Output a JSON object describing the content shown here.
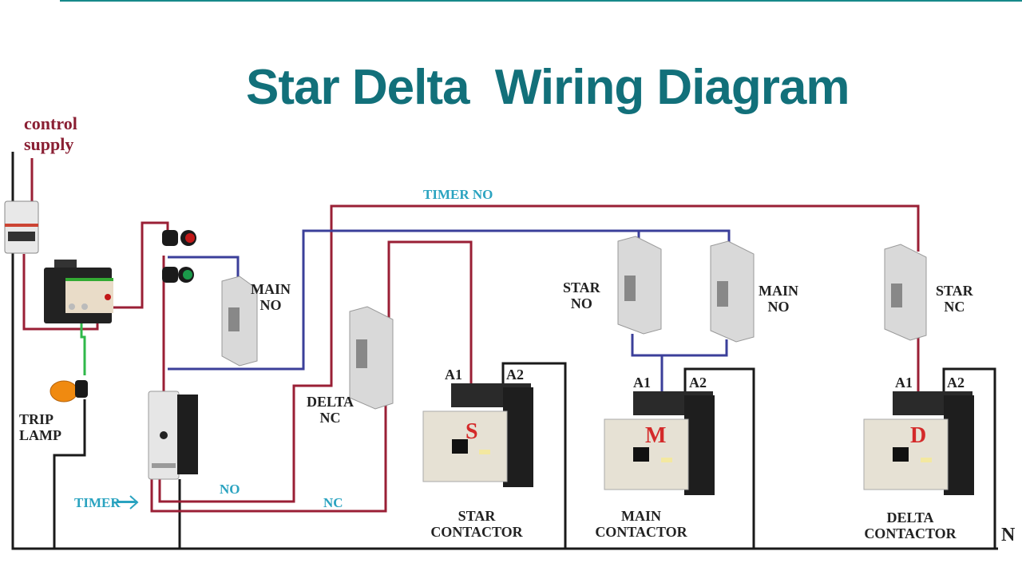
{
  "title": "Star Delta  Wiring Diagram",
  "labels": {
    "control_supply": [
      "control",
      "supply"
    ],
    "timer_no_top": "TIMER NO",
    "main_no_1": [
      "MAIN",
      "NO"
    ],
    "delta_nc": [
      "DELTA",
      "NC"
    ],
    "star_no": [
      "STAR",
      "NO"
    ],
    "main_no_2": [
      "MAIN",
      "NO"
    ],
    "star_nc": [
      "STAR",
      "NC"
    ],
    "trip_lamp": [
      "TRIP",
      "LAMP"
    ],
    "timer": "TIMER",
    "timer_no": "NO",
    "timer_nc": "NC",
    "neutral": "N"
  },
  "contactors": [
    {
      "id": "star",
      "letter": "S",
      "name": [
        "STAR",
        "CONTACTOR"
      ],
      "a1": "A1",
      "a2": "A2"
    },
    {
      "id": "main",
      "letter": "M",
      "name": [
        "MAIN",
        "CONTACTOR"
      ],
      "a1": "A1",
      "a2": "A2"
    },
    {
      "id": "delta",
      "letter": "D",
      "name": [
        "DELTA",
        "CONTACTOR"
      ],
      "a1": "A1",
      "a2": "A2"
    }
  ],
  "colors": {
    "title": "#12707a",
    "wire_red": "#9a1f35",
    "wire_blue": "#3b3f9a",
    "wire_black": "#1a1a1a",
    "wire_green": "#2fb84a",
    "label_blue": "#2aa3c0",
    "supply_text": "#8a1f33",
    "contactor_letter": "#d42a2a",
    "indicator_red": "#c21818",
    "indicator_green": "#1a9a4a",
    "trip_lamp": "#f08a10"
  }
}
